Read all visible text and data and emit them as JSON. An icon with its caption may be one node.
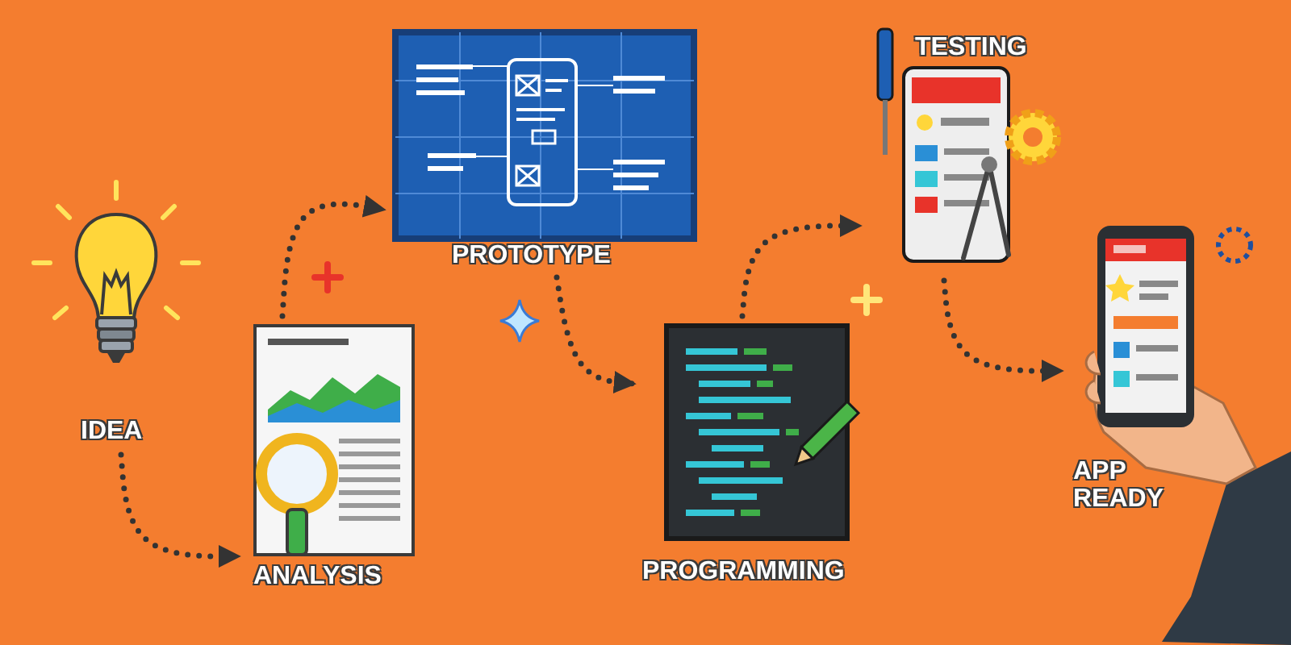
{
  "diagram": {
    "nodes": [
      {
        "text": [
          "IDEA"
        ]
      },
      {
        "text": [
          "ANALYSIS"
        ]
      },
      {
        "text": [
          "PROTOTYPE"
        ]
      },
      {
        "text": [
          "PROGRAMMING"
        ]
      },
      {
        "text": [
          "TESTING"
        ]
      },
      {
        "text": [
          "APP READY"
        ]
      }
    ],
    "edges": [
      {
        "from": 0,
        "to": 1,
        "arrow": "to",
        "style": "dashed"
      },
      {
        "from": 1,
        "to": 2,
        "arrow": "to",
        "style": "dashed"
      },
      {
        "from": 2,
        "to": 3,
        "arrow": "to",
        "style": "dashed"
      },
      {
        "from": 3,
        "to": 4,
        "arrow": "to",
        "style": "dashed"
      },
      {
        "from": 4,
        "to": 5,
        "arrow": "to",
        "style": "dashed"
      }
    ]
  }
}
